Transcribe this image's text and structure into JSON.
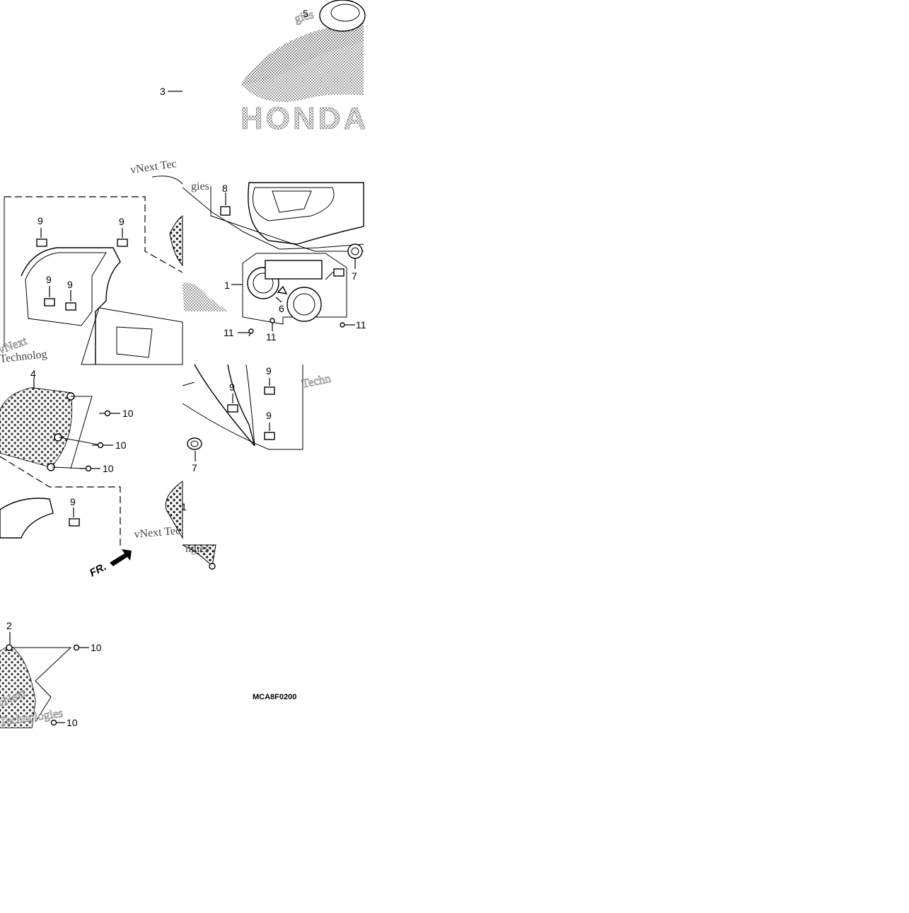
{
  "callouts": {
    "c1": "1",
    "c2": "2",
    "c3": "3",
    "c4": "4",
    "c5": "5",
    "c6": "6",
    "c7a": "7",
    "c7b": "7",
    "c8": "8",
    "c9a": "9",
    "c9b": "9",
    "c9c": "9",
    "c9d": "9",
    "c9e": "9",
    "c9f": "9",
    "c9g": "9",
    "c9h": "9",
    "c10a": "10",
    "c10b": "10",
    "c10c": "10",
    "c10d": "10",
    "c10e": "10",
    "c10f": "1",
    "c11a": "11",
    "c11b": "11",
    "c11c": "11"
  },
  "front_label": "FR.",
  "drawing_code": "MCA8F0200",
  "brand_mark": "HONDA",
  "watermark": {
    "texts": [
      "vNext Tec",
      "Technologies",
      "vNext",
      "Technolog",
      "gies",
      "Techn",
      "vNext Tec",
      "ngies"
    ]
  },
  "colors": {
    "line": "#000000",
    "halftone": "#555555",
    "background": "#ffffff"
  }
}
